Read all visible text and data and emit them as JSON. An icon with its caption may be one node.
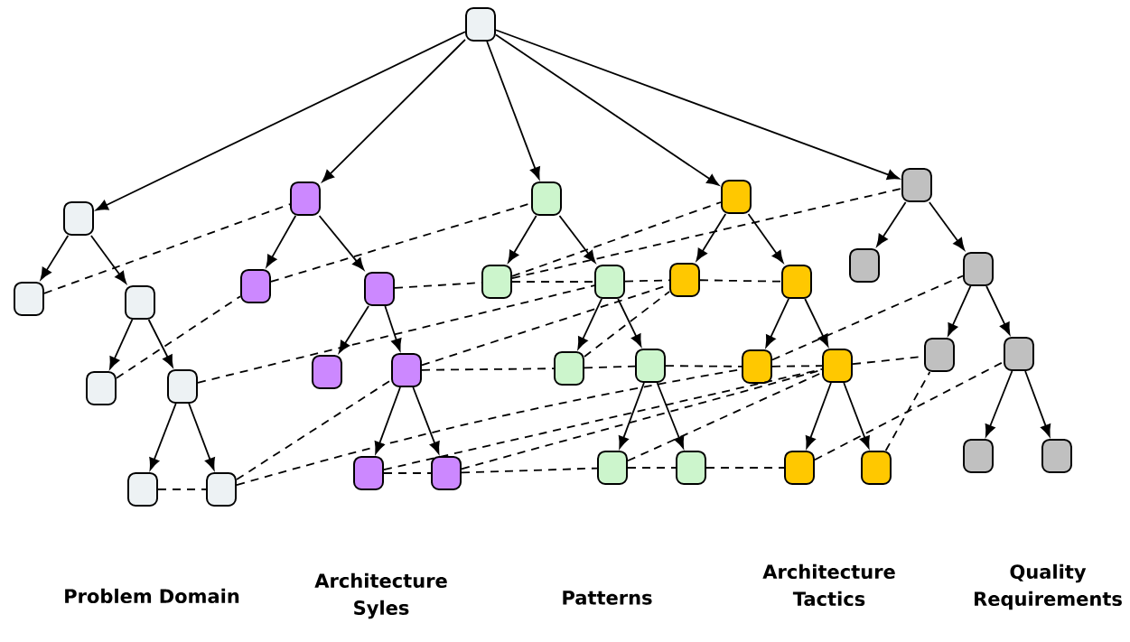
{
  "diagram": {
    "nodes": [
      {
        "text": [],
        "shape": "box"
      },
      {
        "text": [],
        "shape": "box"
      },
      {
        "text": [],
        "shape": "box"
      },
      {
        "text": [],
        "shape": "box"
      },
      {
        "text": [],
        "shape": "box"
      },
      {
        "text": [],
        "shape": "box"
      },
      {
        "text": [],
        "shape": "box"
      },
      {
        "text": [],
        "shape": "box"
      },
      {
        "text": [],
        "shape": "box"
      },
      {
        "text": [],
        "shape": "box"
      },
      {
        "text": [],
        "shape": "box"
      },
      {
        "text": [],
        "shape": "box"
      },
      {
        "text": [],
        "shape": "box"
      },
      {
        "text": [],
        "shape": "box"
      },
      {
        "text": [],
        "shape": "box"
      },
      {
        "text": [],
        "shape": "box"
      },
      {
        "text": [],
        "shape": "box"
      },
      {
        "text": [],
        "shape": "box"
      },
      {
        "text": [],
        "shape": "box"
      },
      {
        "text": [],
        "shape": "box"
      },
      {
        "text": [],
        "shape": "box"
      },
      {
        "text": [],
        "shape": "box"
      },
      {
        "text": [],
        "shape": "box"
      },
      {
        "text": [],
        "shape": "box"
      },
      {
        "text": [],
        "shape": "box"
      },
      {
        "text": [],
        "shape": "box"
      },
      {
        "text": [],
        "shape": "box"
      },
      {
        "text": [],
        "shape": "box"
      },
      {
        "text": [],
        "shape": "box"
      },
      {
        "text": [],
        "shape": "box"
      },
      {
        "text": [],
        "shape": "box"
      },
      {
        "text": [],
        "shape": "box"
      },
      {
        "text": [],
        "shape": "box"
      },
      {
        "text": [],
        "shape": "box"
      },
      {
        "text": [],
        "shape": "box"
      },
      {
        "text": [],
        "shape": "box"
      }
    ],
    "edges": [
      {
        "from": 0,
        "to": 1,
        "arrow": "to"
      },
      {
        "from": 0,
        "to": 8,
        "arrow": "to"
      },
      {
        "from": 0,
        "to": 15,
        "arrow": "to"
      },
      {
        "from": 0,
        "to": 22,
        "arrow": "to"
      },
      {
        "from": 0,
        "to": 29,
        "arrow": "to"
      },
      {
        "from": 1,
        "to": 2,
        "arrow": "to"
      },
      {
        "from": 1,
        "to": 3,
        "arrow": "to"
      },
      {
        "from": 3,
        "to": 4,
        "arrow": "to"
      },
      {
        "from": 3,
        "to": 5,
        "arrow": "to"
      },
      {
        "from": 5,
        "to": 6,
        "arrow": "to"
      },
      {
        "from": 5,
        "to": 7,
        "arrow": "to"
      },
      {
        "from": 8,
        "to": 9,
        "arrow": "to"
      },
      {
        "from": 8,
        "to": 10,
        "arrow": "to"
      },
      {
        "from": 10,
        "to": 11,
        "arrow": "to"
      },
      {
        "from": 10,
        "to": 12,
        "arrow": "to"
      },
      {
        "from": 12,
        "to": 13,
        "arrow": "to"
      },
      {
        "from": 12,
        "to": 14,
        "arrow": "to"
      },
      {
        "from": 15,
        "to": 16,
        "arrow": "to"
      },
      {
        "from": 15,
        "to": 17,
        "arrow": "to"
      },
      {
        "from": 17,
        "to": 18,
        "arrow": "to"
      },
      {
        "from": 17,
        "to": 19,
        "arrow": "to"
      },
      {
        "from": 19,
        "to": 20,
        "arrow": "to"
      },
      {
        "from": 19,
        "to": 21,
        "arrow": "to"
      },
      {
        "from": 22,
        "to": 23,
        "arrow": "to"
      },
      {
        "from": 22,
        "to": 24,
        "arrow": "to"
      },
      {
        "from": 24,
        "to": 25,
        "arrow": "to"
      },
      {
        "from": 24,
        "to": 26,
        "arrow": "to"
      },
      {
        "from": 26,
        "to": 27,
        "arrow": "to"
      },
      {
        "from": 26,
        "to": 28,
        "arrow": "to"
      },
      {
        "from": 29,
        "to": 30,
        "arrow": "to"
      },
      {
        "from": 29,
        "to": 31,
        "arrow": "to"
      },
      {
        "from": 31,
        "to": 32,
        "arrow": "to"
      },
      {
        "from": 31,
        "to": 33,
        "arrow": "to"
      },
      {
        "from": 33,
        "to": 34,
        "arrow": "to"
      },
      {
        "from": 33,
        "to": 35,
        "arrow": "to"
      },
      {
        "from": 2,
        "to": 8,
        "arrow": "none",
        "style": "dashed"
      },
      {
        "from": 4,
        "to": 9,
        "arrow": "none",
        "style": "dashed"
      },
      {
        "from": 5,
        "to": 17,
        "arrow": "none",
        "style": "dashed"
      },
      {
        "from": 6,
        "to": 7,
        "arrow": "none",
        "style": "dashed"
      },
      {
        "from": 7,
        "to": 12,
        "arrow": "none",
        "style": "dashed"
      },
      {
        "from": 7,
        "to": 25,
        "arrow": "none",
        "style": "dashed"
      },
      {
        "from": 9,
        "to": 15,
        "arrow": "none",
        "style": "dashed"
      },
      {
        "from": 10,
        "to": 16,
        "arrow": "none",
        "style": "dashed"
      },
      {
        "from": 16,
        "to": 17,
        "arrow": "none",
        "style": "dashed"
      },
      {
        "from": 16,
        "to": 29,
        "arrow": "none",
        "style": "dashed"
      },
      {
        "from": 16,
        "to": 22,
        "arrow": "none",
        "style": "dashed"
      },
      {
        "from": 12,
        "to": 23,
        "arrow": "none",
        "style": "dashed"
      },
      {
        "from": 12,
        "to": 18,
        "arrow": "none",
        "style": "dashed"
      },
      {
        "from": 18,
        "to": 19,
        "arrow": "none",
        "style": "dashed"
      },
      {
        "from": 18,
        "to": 23,
        "arrow": "none",
        "style": "dashed"
      },
      {
        "from": 19,
        "to": 25,
        "arrow": "none",
        "style": "dashed"
      },
      {
        "from": 25,
        "to": 26,
        "arrow": "none",
        "style": "dashed"
      },
      {
        "from": 17,
        "to": 23,
        "arrow": "none",
        "style": "dashed"
      },
      {
        "from": 23,
        "to": 24,
        "arrow": "none",
        "style": "dashed"
      },
      {
        "from": 13,
        "to": 14,
        "arrow": "none",
        "style": "dashed"
      },
      {
        "from": 14,
        "to": 20,
        "arrow": "none",
        "style": "dashed"
      },
      {
        "from": 13,
        "to": 26,
        "arrow": "none",
        "style": "dashed"
      },
      {
        "from": 14,
        "to": 26,
        "arrow": "none",
        "style": "dashed"
      },
      {
        "from": 20,
        "to": 21,
        "arrow": "none",
        "style": "dashed"
      },
      {
        "from": 20,
        "to": 26,
        "arrow": "none",
        "style": "dashed"
      },
      {
        "from": 21,
        "to": 27,
        "arrow": "none",
        "style": "dashed"
      },
      {
        "from": 26,
        "to": 32,
        "arrow": "none",
        "style": "dashed"
      },
      {
        "from": 27,
        "to": 33,
        "arrow": "none",
        "style": "dashed"
      },
      {
        "from": 28,
        "to": 32,
        "arrow": "none",
        "style": "dashed"
      },
      {
        "from": 25,
        "to": 31,
        "arrow": "none",
        "style": "dashed"
      }
    ],
    "labels": [
      "Problem Domain",
      "Architecture Syles",
      "Patterns",
      "Architecture Tactics",
      "Quality Requirements"
    ]
  }
}
